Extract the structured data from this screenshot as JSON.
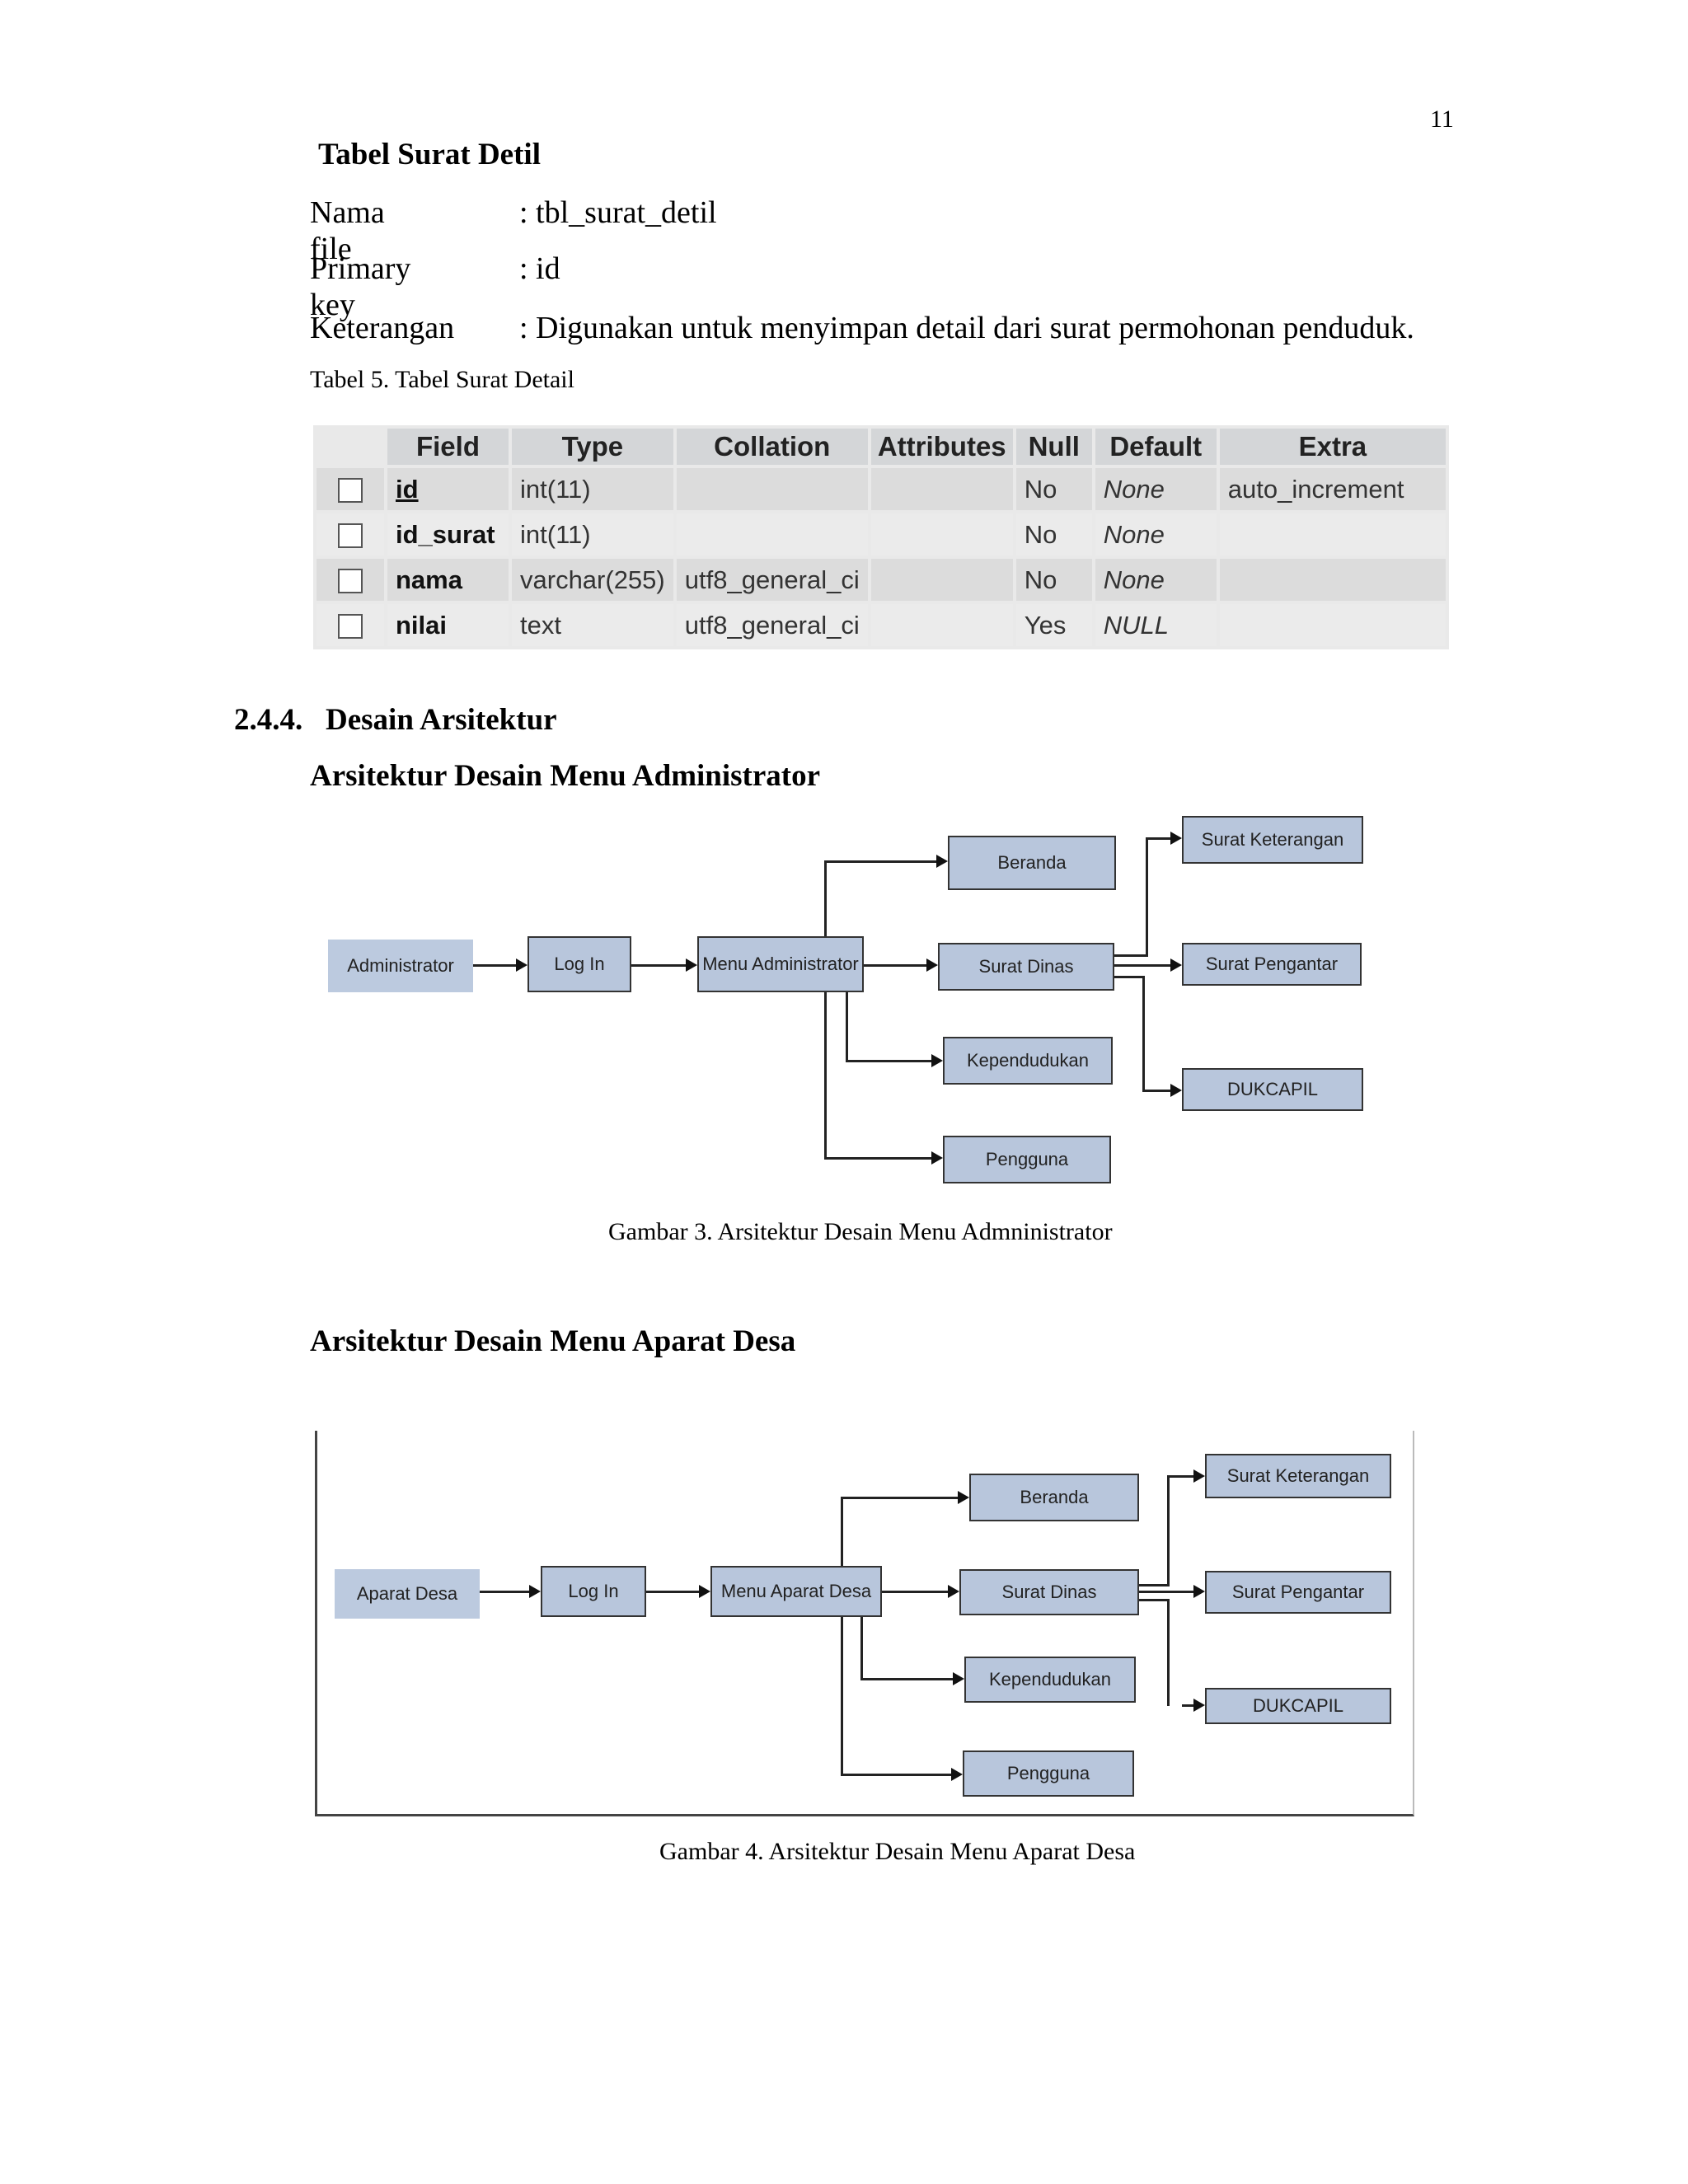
{
  "page_number": "11",
  "table_section": {
    "title": "Tabel Surat Detil",
    "meta": [
      {
        "label": "Nama file",
        "value": ": tbl_surat_detil"
      },
      {
        "label": "Primary key",
        "value": ": id"
      },
      {
        "label": "Keterangan",
        "value": ": Digunakan untuk menyimpan detail dari surat permohonan penduduk."
      }
    ],
    "caption": "Tabel 5.  Tabel Surat Detail",
    "columns": [
      "Field",
      "Type",
      "Collation",
      "Attributes",
      "Null",
      "Default",
      "Extra"
    ],
    "rows": [
      {
        "field": "id",
        "type": "int(11)",
        "collation": "",
        "attributes": "",
        "null": "No",
        "default": "None",
        "extra": "auto_increment"
      },
      {
        "field": "id_surat",
        "type": "int(11)",
        "collation": "",
        "attributes": "",
        "null": "No",
        "default": "None",
        "extra": ""
      },
      {
        "field": "nama",
        "type": "varchar(255)",
        "collation": "utf8_general_ci",
        "attributes": "",
        "null": "No",
        "default": "None",
        "extra": ""
      },
      {
        "field": "nilai",
        "type": "text",
        "collation": "utf8_general_ci",
        "attributes": "",
        "null": "Yes",
        "default": "NULL",
        "extra": ""
      }
    ]
  },
  "section": {
    "number": "2.4.4.",
    "title": "Desain Arsitektur"
  },
  "admin_diagram": {
    "heading": "Arsitektur Desain Menu Administrator",
    "boxes": {
      "actor": "Administrator",
      "login": "Log In",
      "menu": "Menu Administrator",
      "beranda": "Beranda",
      "surat_dinas": "Surat Dinas",
      "kependudukan": "Kependudukan",
      "pengguna": "Pengguna",
      "surat_keterangan": "Surat Keterangan",
      "surat_pengantar": "Surat Pengantar",
      "dukcapil": "DUKCAPIL"
    },
    "caption": "Gambar 3.   Arsitektur Desain Menu Admninistrator"
  },
  "aparat_diagram": {
    "heading": "Arsitektur Desain Menu Aparat Desa",
    "boxes": {
      "actor": "Aparat Desa",
      "login": "Log In",
      "menu": "Menu Aparat Desa",
      "beranda": "Beranda",
      "surat_dinas": "Surat Dinas",
      "kependudukan": "Kependudukan",
      "pengguna": "Pengguna",
      "surat_keterangan": "Surat Keterangan",
      "surat_pengantar": "Surat Pengantar",
      "dukcapil": "DUKCAPIL"
    },
    "caption": "Gambar 4. Arsitektur Desain Menu Aparat Desa"
  }
}
